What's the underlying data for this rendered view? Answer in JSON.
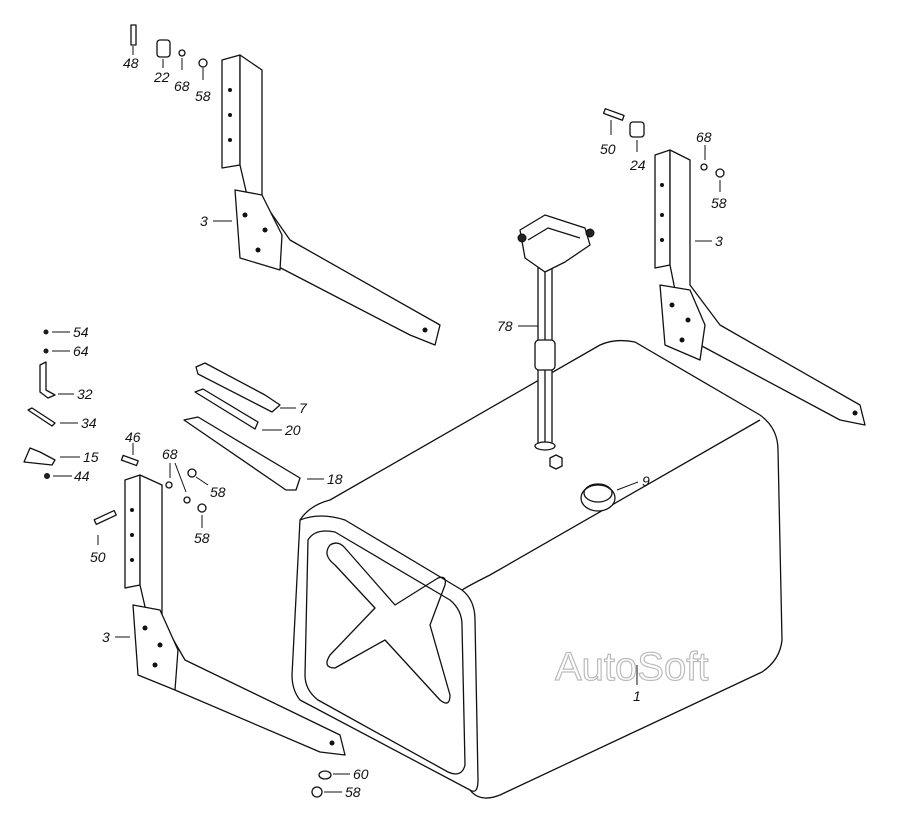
{
  "diagram": {
    "title": "Fuel tank assembly exploded view",
    "watermark": "AutoSoft",
    "labels": {
      "bolt_top_left": "48",
      "bushing_top_left": "22",
      "washer_top_left": "68",
      "nut_top_left": "58",
      "bracket_top_left": "3",
      "bolt_right": "50",
      "bushing_right": "24",
      "washer_right": "68",
      "nut_right": "58",
      "bracket_right": "3",
      "fuel_gauge_sender": "78",
      "part_54": "54",
      "part_64": "64",
      "part_32": "32",
      "part_34": "34",
      "part_15": "15",
      "part_44": "44",
      "strap": "7",
      "strap_pad": "20",
      "strap_cover": "18",
      "bolt_46": "46",
      "washer_lower": "68",
      "nut_lower_a": "58",
      "nut_lower_b": "58",
      "bolt_lower": "50",
      "bracket_lower": "3",
      "filler_cap": "9",
      "fuel_tank": "1",
      "washer_bottom": "60",
      "nut_bottom": "58"
    }
  }
}
